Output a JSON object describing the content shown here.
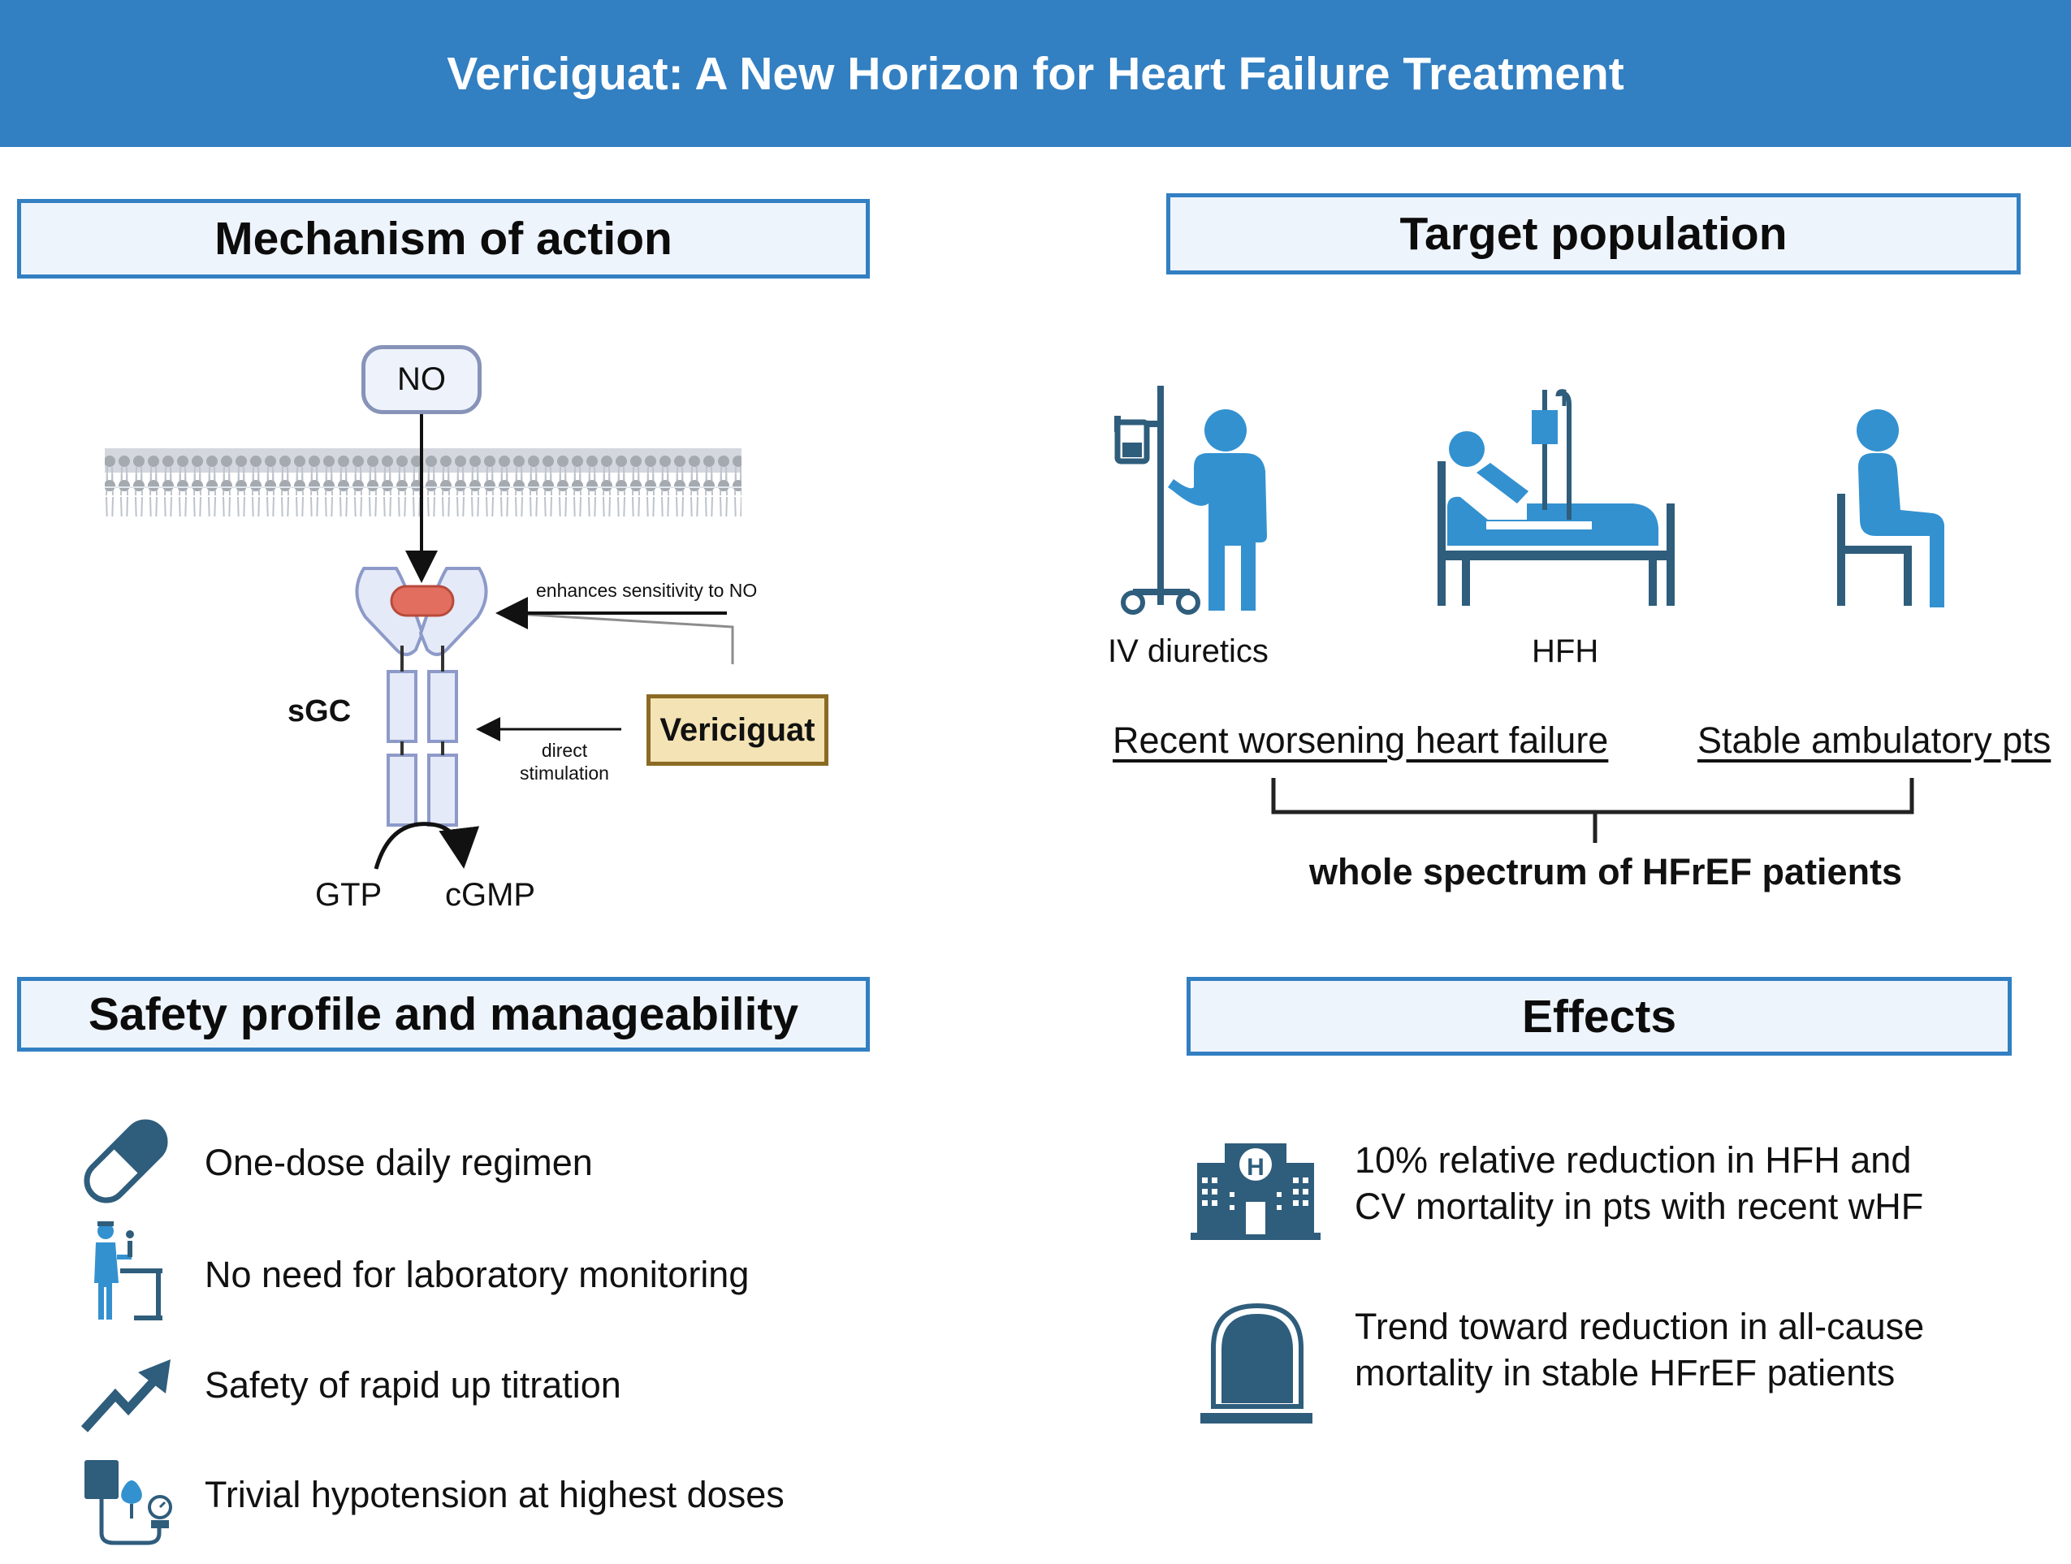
{
  "title": "Vericiguat: A New Horizon for Heart Failure Treatment",
  "colors": {
    "banner": "#327fc2",
    "section_border": "#327fc2",
    "section_fill": "#eef4fc",
    "icon_blue": "#3391d0",
    "icon_dark": "#2f5d7c",
    "receptor_outline": "#8d9ac9",
    "heme": "#e26e5f",
    "vericiguat_fill": "#f4e3b4",
    "vericiguat_border": "#8b6a24"
  },
  "mechanism": {
    "title": "Mechanism of action",
    "no_label": "NO",
    "sgc_label": "sGC",
    "enhances_label": "enhances sensitivity to NO",
    "direct_label": "direct\nstimulation",
    "vericiguat_label": "Vericiguat",
    "gtp_label": "GTP",
    "cgmp_label": "cGMP"
  },
  "target": {
    "title": "Target population",
    "icons": [
      {
        "icon": "iv-pole-patient-icon",
        "label": "IV diuretics"
      },
      {
        "icon": "hospital-bed-patient-icon",
        "label": "HFH"
      },
      {
        "icon": "seated-patient-icon",
        "label": ""
      }
    ],
    "recent_label": "Recent worsening heart failure",
    "stable_label": "Stable ambulatory pts",
    "spectrum_label": "whole spectrum of HFrEF patients"
  },
  "safety": {
    "title": "Safety profile and manageability",
    "items": [
      {
        "icon": "pill-icon",
        "text": "One-dose daily regimen"
      },
      {
        "icon": "lab-technician-icon",
        "text": "No need for laboratory monitoring"
      },
      {
        "icon": "rising-trend-arrow-icon",
        "text": "Safety of rapid up titration"
      },
      {
        "icon": "blood-pressure-monitor-icon",
        "text": "Trivial hypotension at highest doses"
      }
    ]
  },
  "effects": {
    "title": "Effects",
    "items": [
      {
        "icon": "hospital-icon",
        "text": "10% relative reduction in HFH and\nCV mortality in pts with recent wHF"
      },
      {
        "icon": "tombstone-icon",
        "text": "Trend toward reduction in all-cause\nmortality in stable HFrEF patients"
      }
    ]
  }
}
